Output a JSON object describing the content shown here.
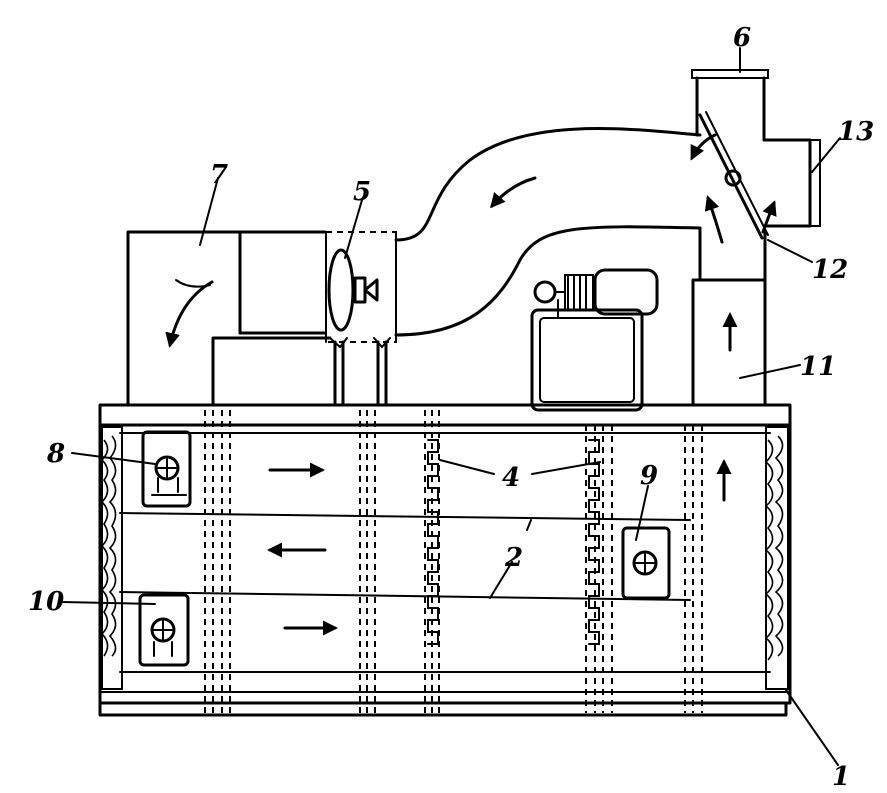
{
  "labels": {
    "l1": "1",
    "l2": "2",
    "l4": "4",
    "l5": "5",
    "l6": "6",
    "l7": "7",
    "l8": "8",
    "l9": "9",
    "l10": "10",
    "l11": "11",
    "l12": "12",
    "l13": "13"
  },
  "colors": {
    "ink": "#000000",
    "paper": "#ffffff"
  }
}
